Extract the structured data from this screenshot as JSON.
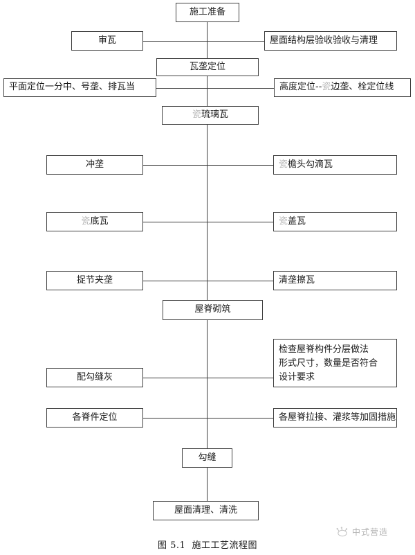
{
  "figure": {
    "caption_prefix": "图",
    "caption_number": "5.1",
    "caption_title": "施工工艺流程图",
    "caption_full": "图 5.1  施工工艺流程图",
    "background_color": "#ffffff",
    "line_color": "#3a3a3a",
    "box_border_color": "#3f3f3f",
    "text_color": "#1a1a1a",
    "faded_text_color": "#b9b9b9"
  },
  "watermark": {
    "text": "中式营造",
    "icon": "cloud-sprout-logo-icon",
    "color": "#b3b3b3"
  },
  "chart_data": {
    "type": "flowchart",
    "title": "图 5.1  施工工艺流程图",
    "orientation": "top-to-bottom with side annotations",
    "nodes": [
      {
        "id": "n1",
        "label": "施工准备",
        "column": "center",
        "order": 1
      },
      {
        "id": "n2",
        "label": "审瓦",
        "column": "left",
        "order": 2
      },
      {
        "id": "n3",
        "label": "屋面结构层验收验收与清理",
        "column": "right",
        "order": 3
      },
      {
        "id": "n4",
        "label": "瓦垄定位",
        "column": "center",
        "order": 4
      },
      {
        "id": "n5",
        "label": "平面定位一分中、号垄、排瓦当",
        "column": "left",
        "order": 5
      },
      {
        "id": "n6",
        "label": "高度定位--瓷边垄、栓定位线",
        "column": "right",
        "order": 6,
        "faded_lead": "瓷",
        "prefix": "高度定位--",
        "suffix": "边垄、栓定位线"
      },
      {
        "id": "n7",
        "label": "瓷琉璃瓦",
        "column": "center",
        "order": 7,
        "faded_lead": "瓷",
        "suffix": "琉璃瓦"
      },
      {
        "id": "n8",
        "label": "冲垄",
        "column": "left",
        "order": 8
      },
      {
        "id": "n9",
        "label": "瓷檐头勾滴瓦",
        "column": "right",
        "order": 9,
        "faded_lead": "瓷",
        "suffix": "檐头勾滴瓦"
      },
      {
        "id": "n10",
        "label": "瓷底瓦",
        "column": "left",
        "order": 10,
        "faded_lead": "瓷",
        "suffix": "底瓦"
      },
      {
        "id": "n11",
        "label": "瓷盖瓦",
        "column": "right",
        "order": 11,
        "faded_lead": "瓷",
        "suffix": "盖瓦"
      },
      {
        "id": "n12",
        "label": "捉节夹垄",
        "column": "left",
        "order": 12
      },
      {
        "id": "n13",
        "label": "清垄擦瓦",
        "column": "right",
        "order": 13
      },
      {
        "id": "n14",
        "label": "屋脊砌筑",
        "column": "center",
        "order": 14
      },
      {
        "id": "n15",
        "label": "配勾缝灰",
        "column": "left",
        "order": 15
      },
      {
        "id": "n16",
        "label": "检查屋脊构件分层做法 形式尺寸，数量是否符合 设计要求",
        "column": "right",
        "order": 16,
        "lines": [
          "检查屋脊构件分层做法",
          "形式尺寸，数量是否符合",
          "设计要求"
        ]
      },
      {
        "id": "n17",
        "label": "各脊件定位",
        "column": "left",
        "order": 17
      },
      {
        "id": "n18",
        "label": "各屋脊拉接、灌浆等加固措施",
        "column": "right",
        "order": 18
      },
      {
        "id": "n19",
        "label": "勾缝",
        "column": "center",
        "order": 19
      },
      {
        "id": "n20",
        "label": "屋面清理、清洗",
        "column": "center",
        "order": 20
      }
    ],
    "edges": [
      {
        "from": "n1",
        "to": "n4",
        "kind": "vertical-main"
      },
      {
        "from": "n2",
        "to": "n3",
        "kind": "horizontal-pair",
        "crosses": "main-spine"
      },
      {
        "from": "n4",
        "to": "n7",
        "kind": "vertical-main"
      },
      {
        "from": "n5",
        "to": "n6",
        "kind": "horizontal-pair",
        "crosses": "main-spine"
      },
      {
        "from": "n7",
        "to": "n14",
        "kind": "vertical-main"
      },
      {
        "from": "n8",
        "to": "n9",
        "kind": "horizontal-pair",
        "crosses": "main-spine"
      },
      {
        "from": "n10",
        "to": "n11",
        "kind": "horizontal-pair",
        "crosses": "main-spine"
      },
      {
        "from": "n12",
        "to": "n13",
        "kind": "horizontal-pair",
        "crosses": "main-spine"
      },
      {
        "from": "n14",
        "to": "n19",
        "kind": "vertical-main"
      },
      {
        "from": "n15",
        "to": "n16",
        "kind": "horizontal-pair",
        "crosses": "main-spine"
      },
      {
        "from": "n17",
        "to": "n18",
        "kind": "horizontal-pair",
        "crosses": "main-spine"
      },
      {
        "from": "n19",
        "to": "n20",
        "kind": "vertical-main"
      }
    ]
  }
}
